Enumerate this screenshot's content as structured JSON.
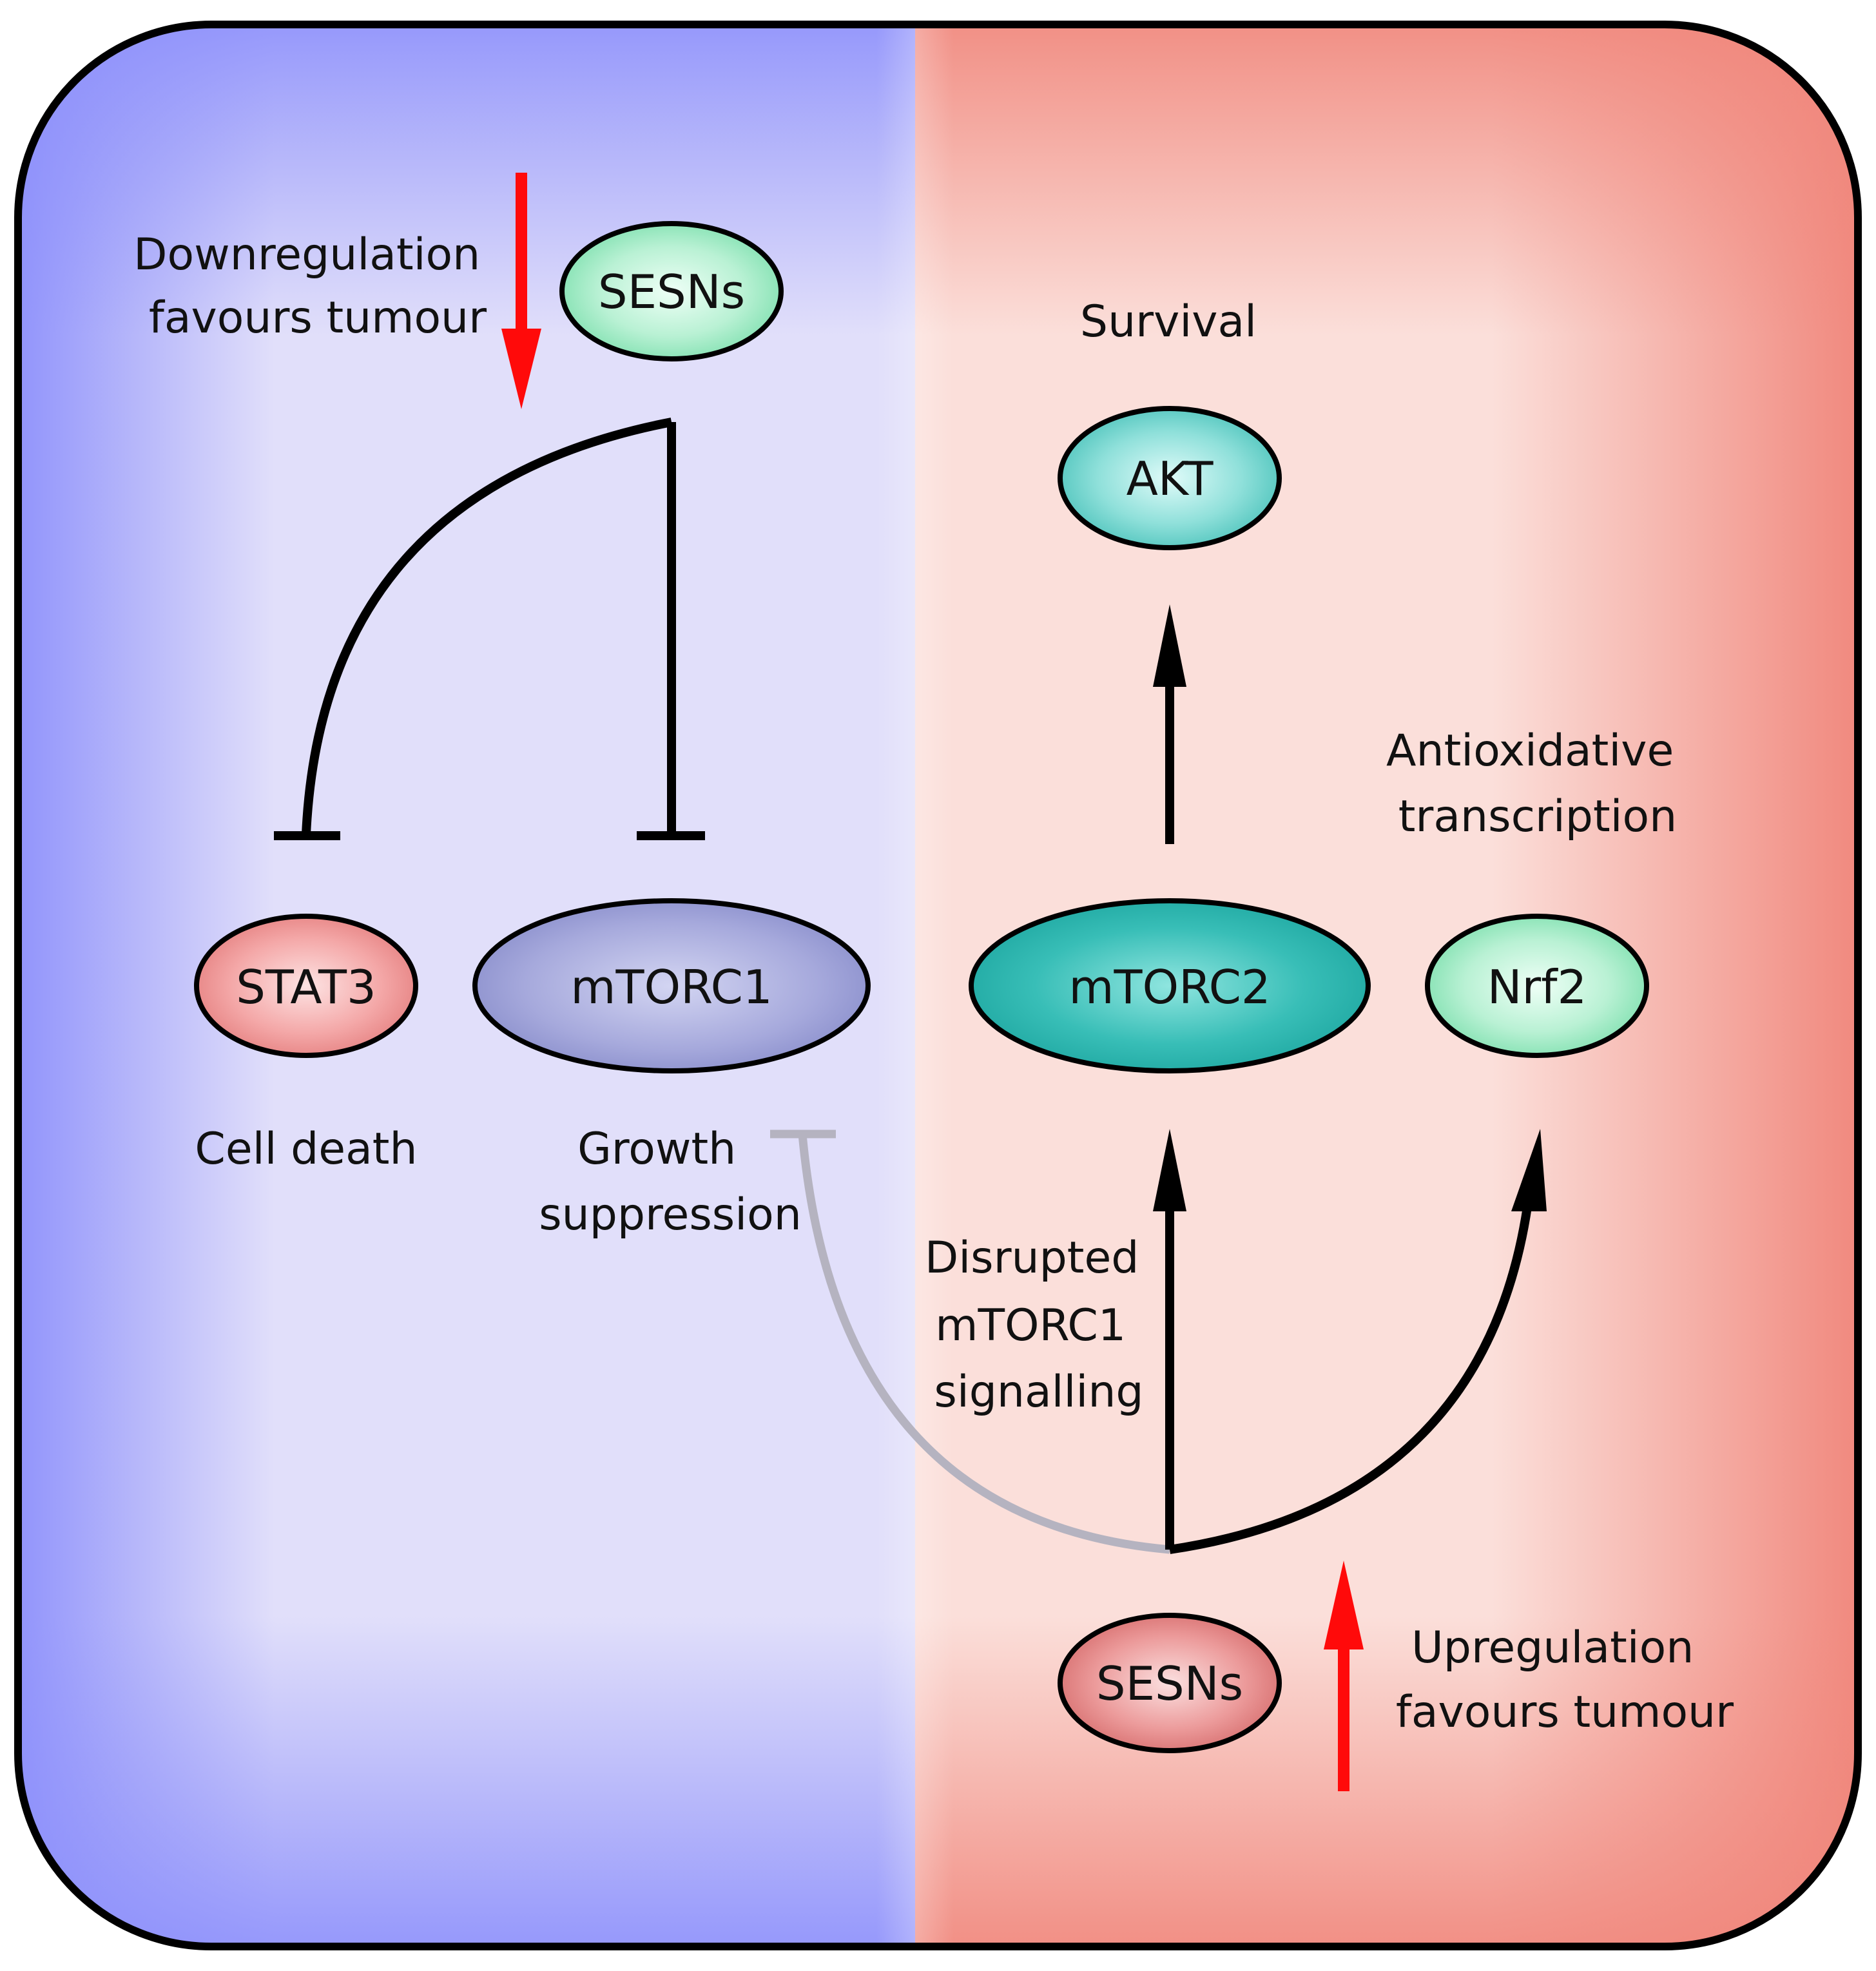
{
  "colors": {
    "left_edge": "#8c8ffb",
    "left_inner": "#e1dffa",
    "right_edge": "#f0857a",
    "right_inner": "#fbdfda",
    "arrow_red": "#ff0a0a",
    "inhibit_grey": "#b5b3c0",
    "line_black": "#000000"
  },
  "labels": {
    "downregulation": [
      "Downregulation",
      "favours tumour"
    ],
    "upregulation": [
      "Upregulation",
      "favours tumour"
    ],
    "survival": "Survival",
    "antioxidative": [
      "Antioxidative",
      "transcription"
    ],
    "cell_death": "Cell death",
    "growth_suppression": [
      "Growth",
      "suppression"
    ],
    "disrupted_signalling": [
      "Disrupted",
      "mTORC1",
      "signalling"
    ]
  },
  "nodes": {
    "sesns_top": "SESNs",
    "akt": "AKT",
    "stat3": "STAT3",
    "mtorc1": "mTORC1",
    "mtorc2": "mTORC2",
    "nrf2": "Nrf2",
    "sesns_bottom": "SESNs"
  }
}
